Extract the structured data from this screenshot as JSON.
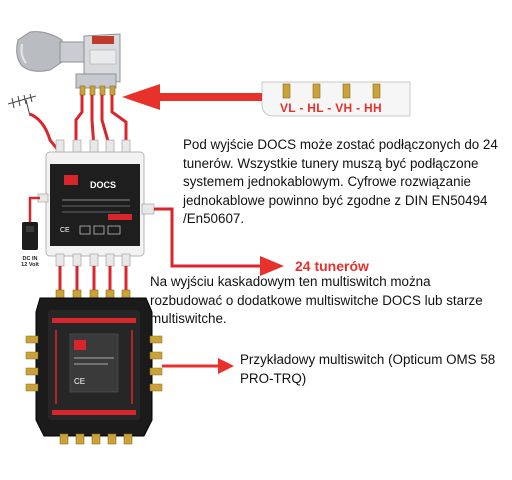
{
  "callouts": {
    "docs_output": "Pod wyjście DOCS może zostać podłączonych do 24 tunerów. Wszystkie tunery muszą być podłączone systemem jednokablowym. Cyfrowe rozwiązanie jednokablowe powinno być zgodne z DIN EN50494 /En50607.",
    "tuners_label": "24 tunerów",
    "cascade_output": "Na wyjściu kaskadowym ten multiswitch można rozbudować o dodatkowe multiswitche DOCS lub starze multiswitche.",
    "example_multiswitch": "Przykładowy multiswitch (Opticum OMS 58 PRO-TRQ)",
    "polarizations": "VL - HL - VH - HH"
  },
  "power_supply": {
    "label_line1": "DC IN",
    "label_line2": "12 Volt"
  },
  "colors": {
    "arrow": "#e8312b",
    "cable": "#d9262c",
    "text": "#111111"
  },
  "icons": [
    "lnb-quattro-icon",
    "terrestrial-antenna-icon",
    "docs-multiswitch-icon",
    "power-adapter-icon",
    "opticum-multiswitch-icon",
    "f-connector-icon",
    "arrow-icon"
  ]
}
